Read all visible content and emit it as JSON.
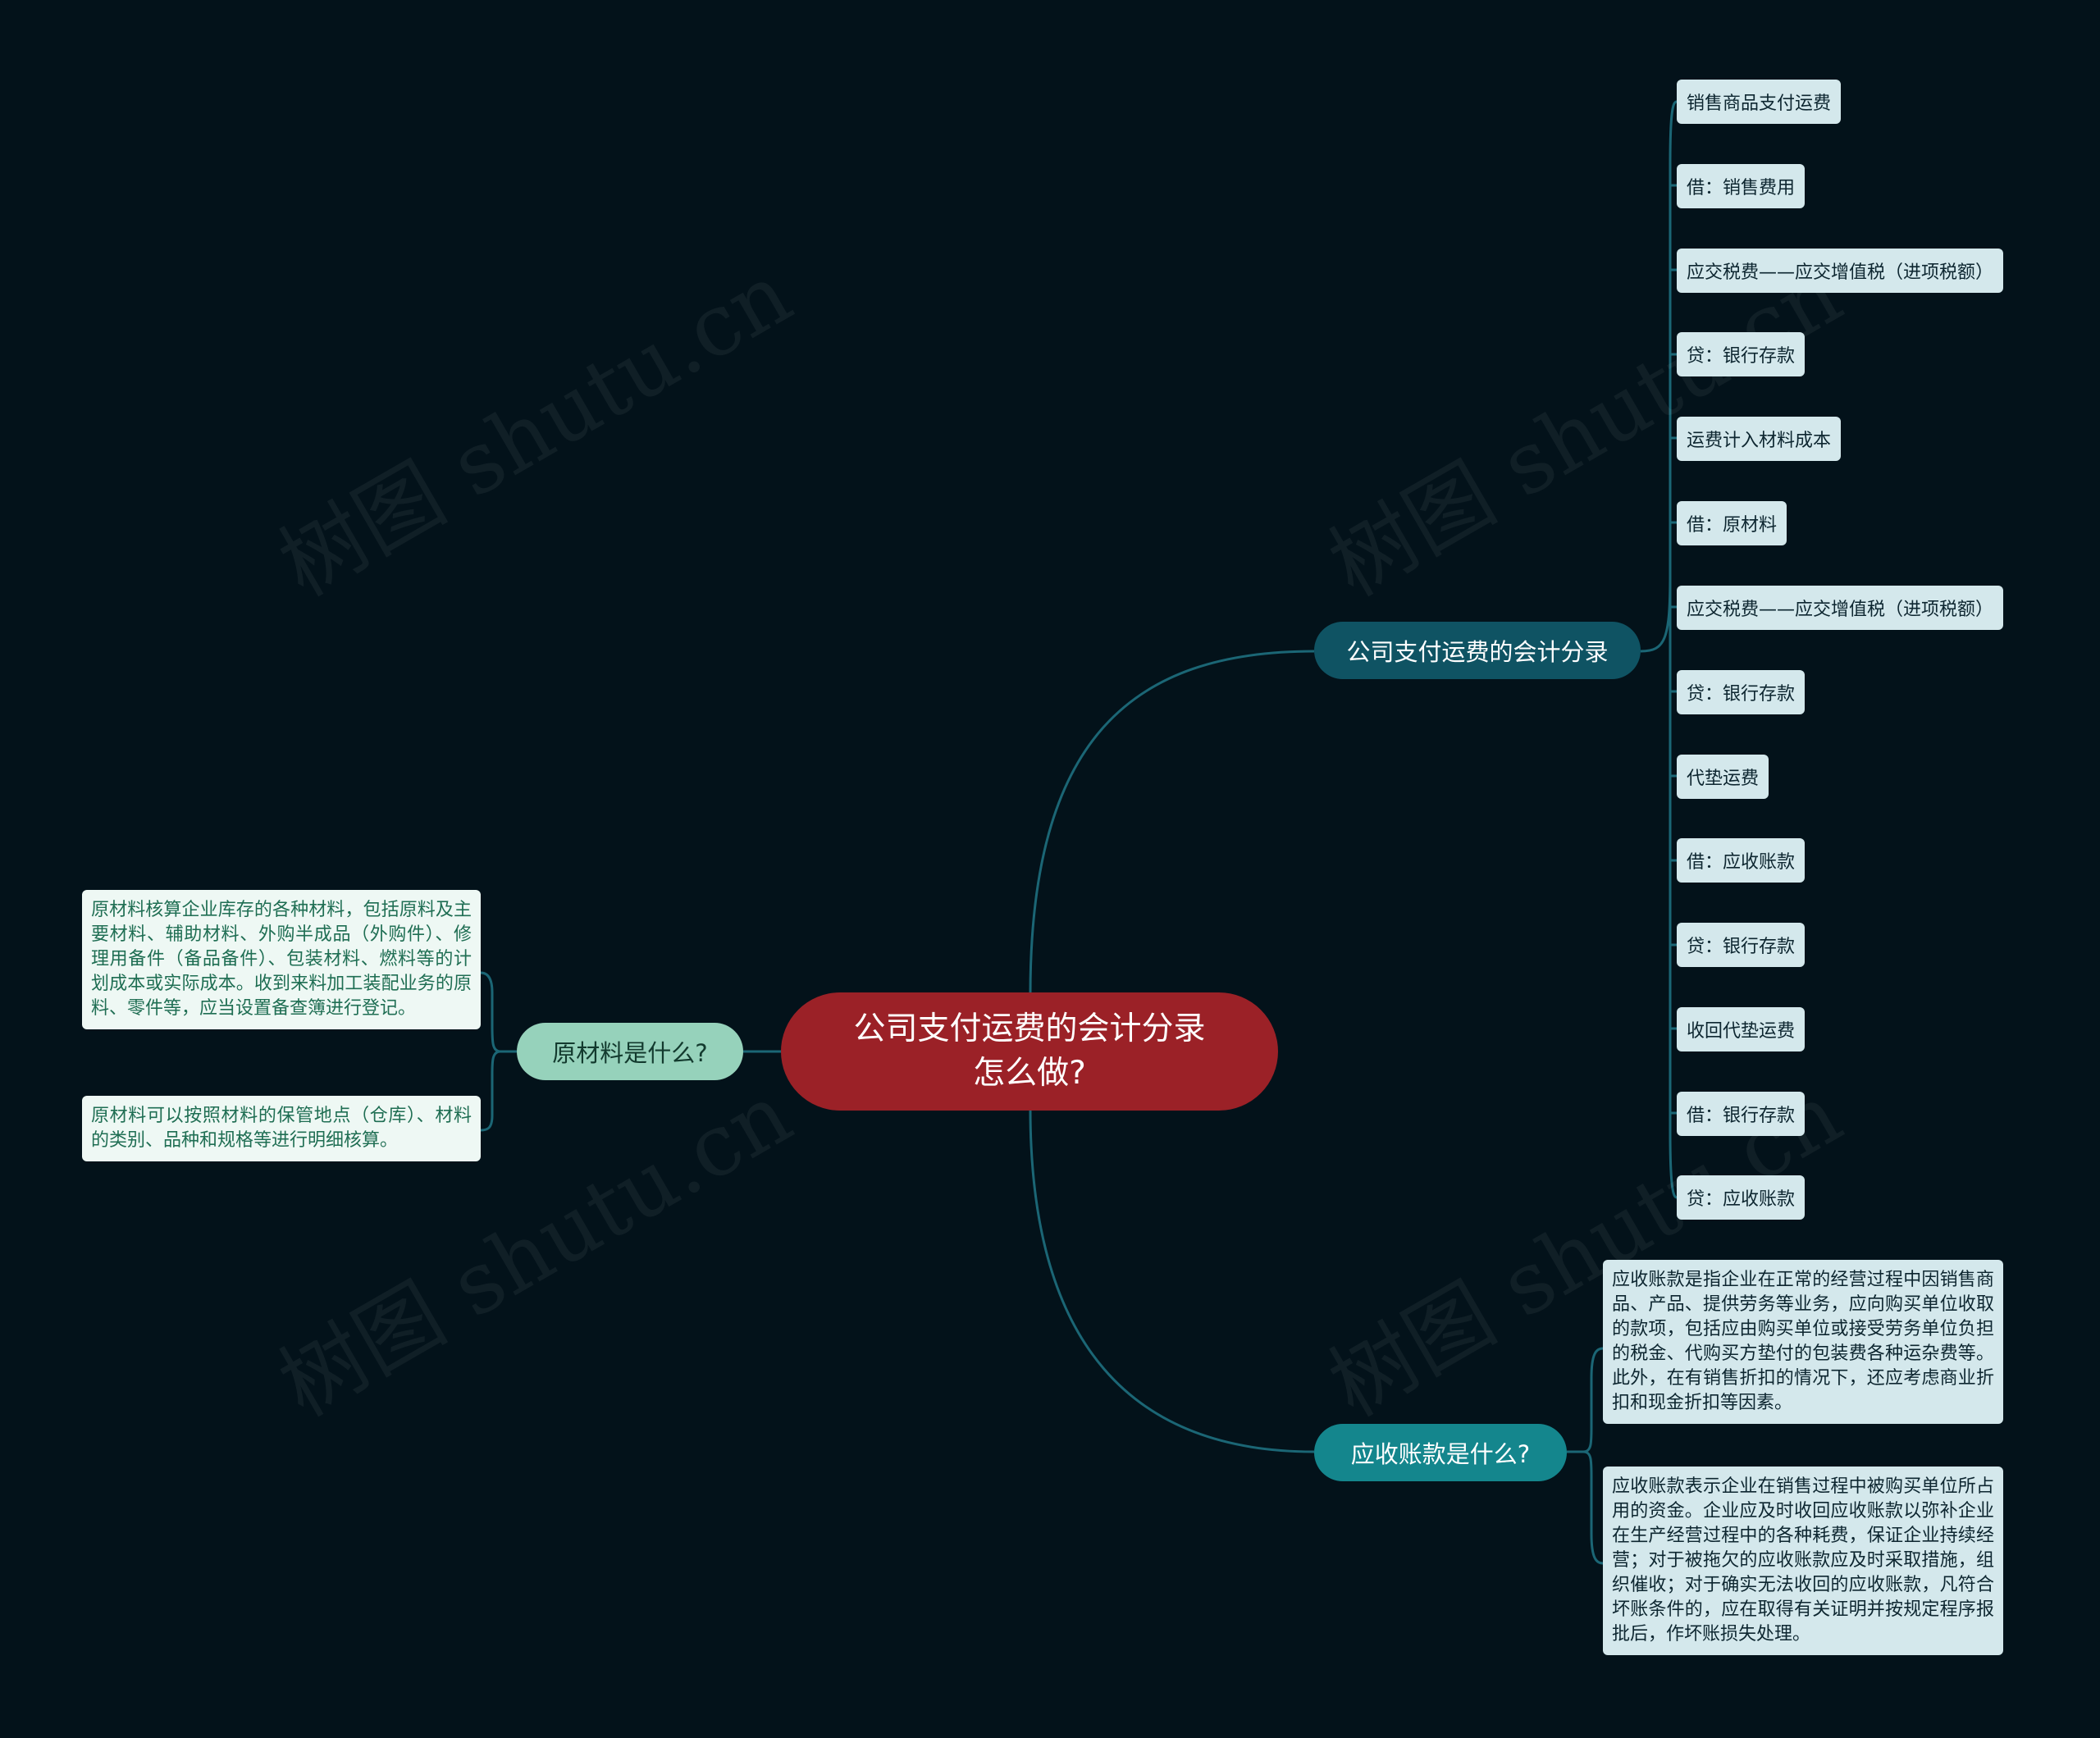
{
  "root": {
    "line1": "公司支付运费的会计分录",
    "line2": "怎么做?"
  },
  "branches": {
    "accounting": {
      "label": "公司支付运费的会计分录"
    },
    "receivable": {
      "label": "应收账款是什么?"
    },
    "material": {
      "label": "原材料是什么?"
    }
  },
  "accounting_items": [
    "销售商品支付运费",
    "借：销售费用",
    "应交税费——应交增值税（进项税额）",
    "贷：银行存款",
    "运费计入材料成本",
    "借：原材料",
    "应交税费——应交增值税（进项税额）",
    "贷：银行存款",
    "代垫运费",
    "借：应收账款",
    "贷：银行存款",
    "收回代垫运费",
    "借：银行存款",
    "贷：应收账款"
  ],
  "receivable_notes": [
    "应收账款是指企业在正常的经营过程中因销售商品、产品、提供劳务等业务，应向购买单位收取的款项，包括应由购买单位或接受劳务单位负担的税金、代购买方垫付的包装费各种运杂费等。此外，在有销售折扣的情况下，还应考虑商业折扣和现金折扣等因素。",
    "应收账款表示企业在销售过程中被购买单位所占用的资金。企业应及时收回应收账款以弥补企业在生产经营过程中的各种耗费，保证企业持续经营；对于被拖欠的应收账款应及时采取措施，组织催收；对于确实无法收回的应收账款，凡符合坏账条件的，应在取得有关证明并按规定程序报批后，作坏账损失处理。"
  ],
  "material_notes": [
    "原材料核算企业库存的各种材料，包括原料及主要材料、辅助材料、外购半成品（外购件）、修理用备件（备品备件）、包装材料、燃料等的计划成本或实际成本。收到来料加工装配业务的原料、零件等，应当设置备查簿进行登记。",
    "原材料可以按照材料的保管地点（仓库）、材料的类别、品种和规格等进行明细核算。"
  ],
  "watermark": "树图 shutu.cn",
  "colors": {
    "background": "#03121a",
    "root": "#9b2127",
    "branch_top": "#0f5363",
    "branch_bottom": "#14868d",
    "branch_left": "#96d2bb",
    "leaf": "#d4e8ec",
    "connector": "#1b6675"
  }
}
